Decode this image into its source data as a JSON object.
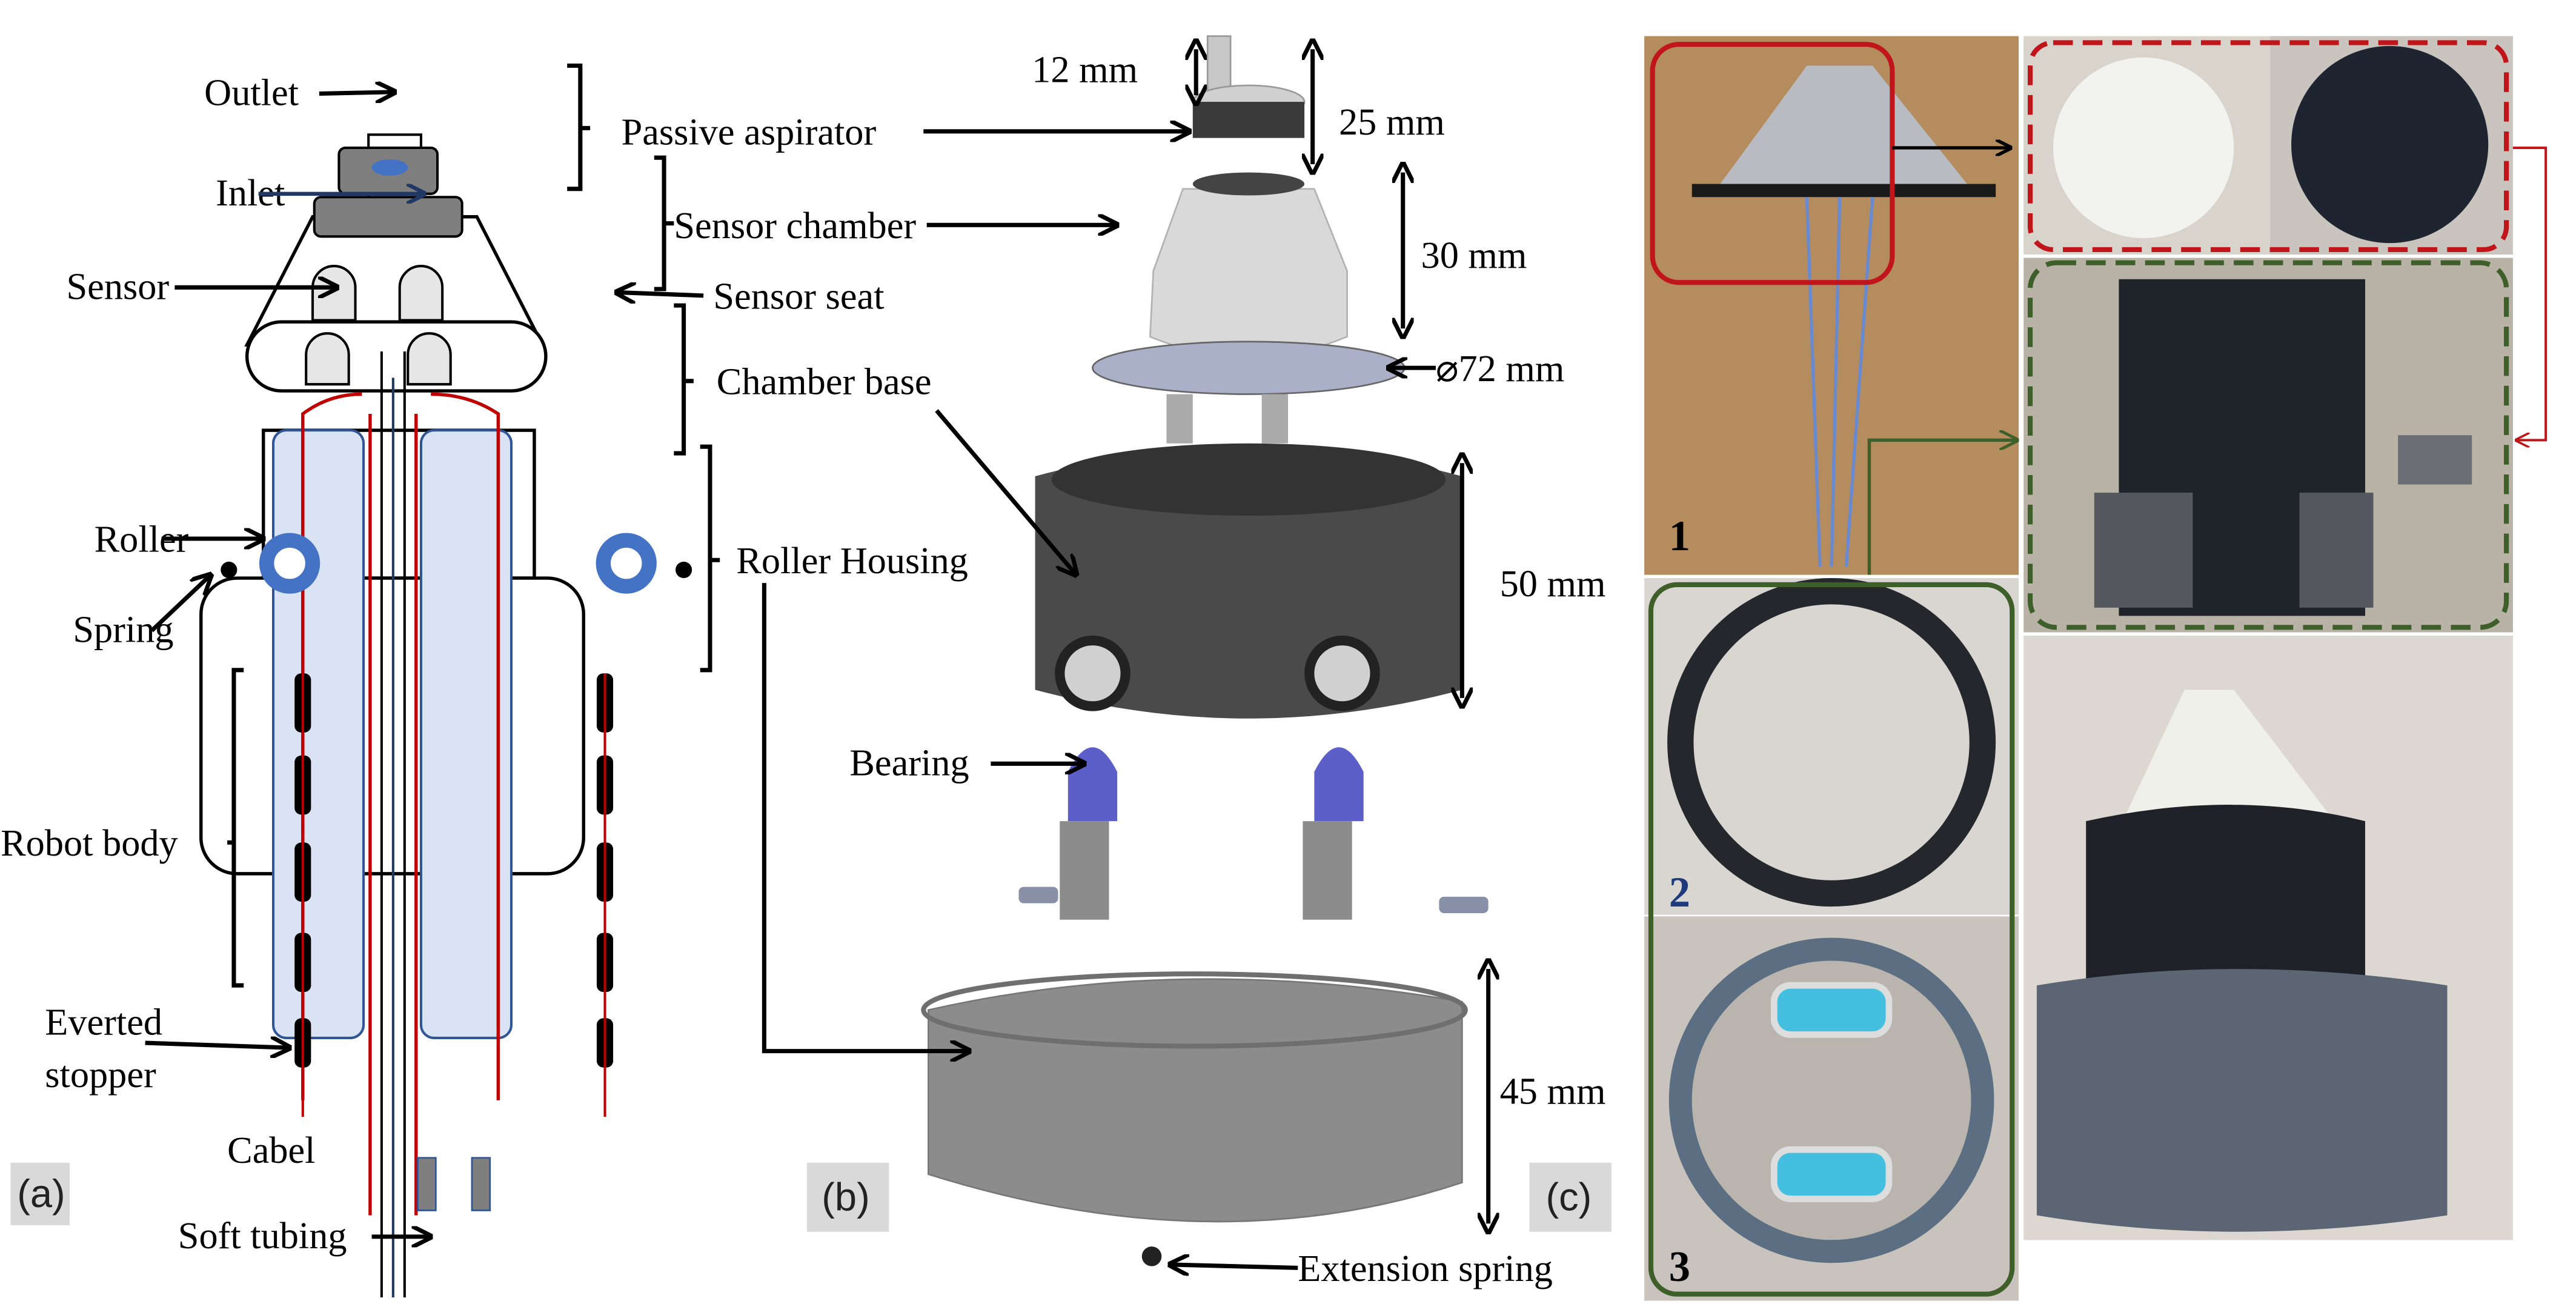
{
  "panel_a": {
    "tag": "(a)",
    "labels": {
      "outlet": "Outlet",
      "inlet": "Inlet",
      "sensor": "Sensor",
      "roller": "Roller",
      "spring": "Spring",
      "robot_body": "Robot body",
      "everted_stopper_1": "Everted",
      "everted_stopper_2": "stopper",
      "cabel": "Cabel",
      "soft_tubing": "Soft tubing"
    }
  },
  "panel_b": {
    "tag": "(b)",
    "labels": {
      "passive_aspirator": "Passive aspirator",
      "sensor_chamber": "Sensor chamber",
      "sensor_seat": "Sensor seat",
      "chamber_base": "Chamber base",
      "roller_housing": "Roller Housing",
      "bearing": "Bearing",
      "extension_spring": "Extension spring"
    },
    "dimensions": {
      "outlet_height": "12 mm",
      "aspirator_height": "25 mm",
      "chamber_height": "30 mm",
      "base_diameter": "⌀72 mm",
      "housing_height": "50 mm",
      "lower_height": "45 mm"
    }
  },
  "panel_c": {
    "tag": "(c)",
    "photo_numbers": [
      "1",
      "2",
      "3"
    ],
    "colors": {
      "red_frame": "#c0161b",
      "green_frame": "#3f5f2a",
      "number_2": "#1f3a7a"
    }
  },
  "colors": {
    "body_fill": "#dae3f3",
    "roller_blue": "#4472c4",
    "cable_red": "#c00000",
    "housing_dark": "#4a4a4a",
    "part_grey": "#8c8c8c"
  }
}
